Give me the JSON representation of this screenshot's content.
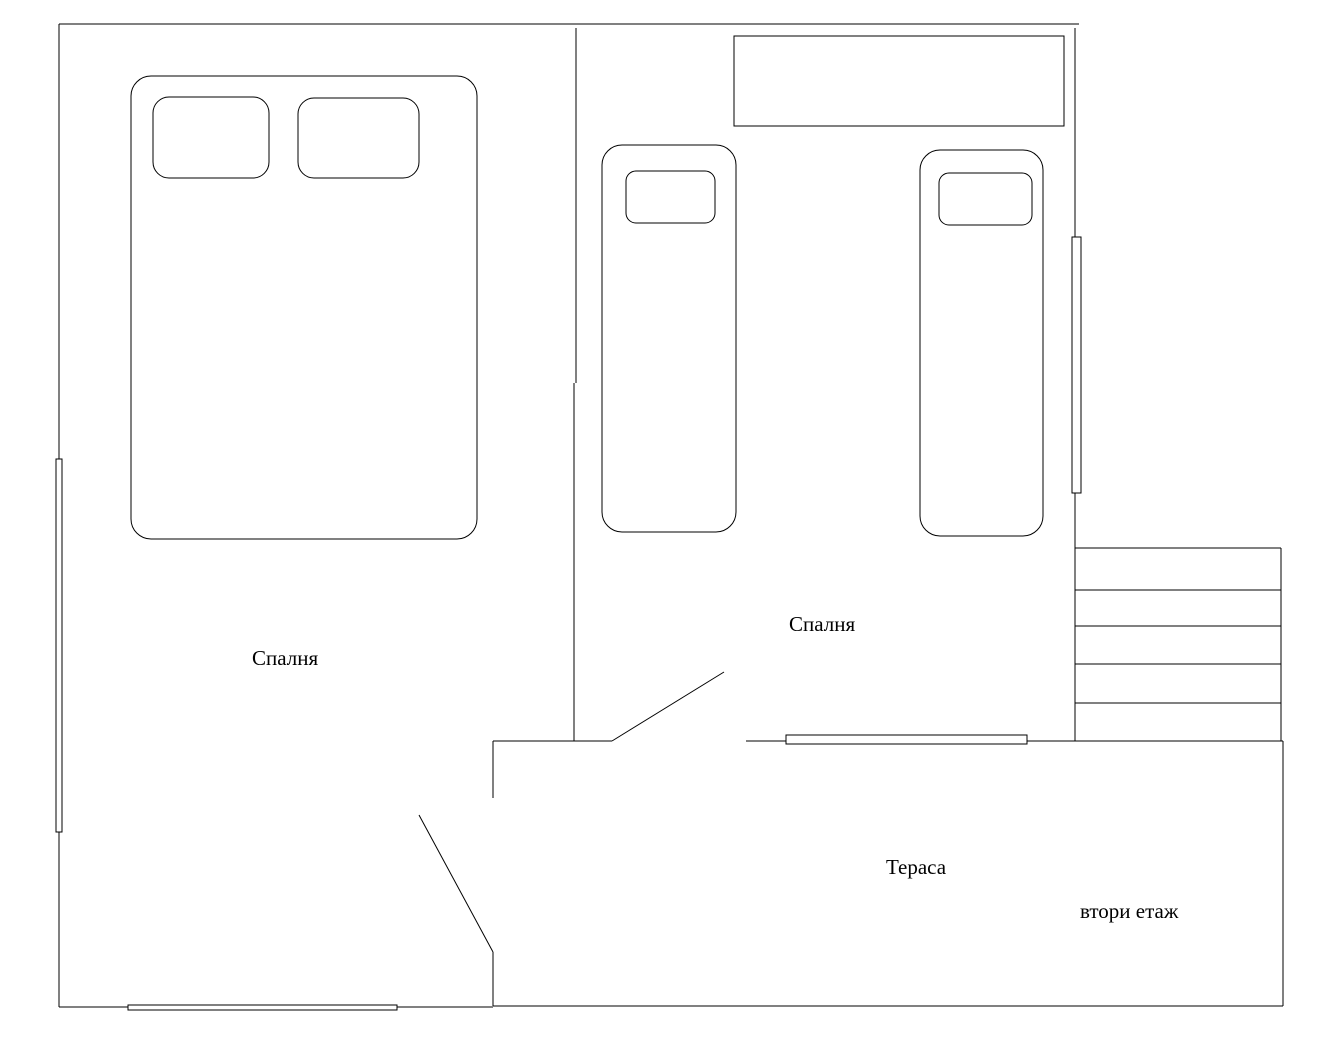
{
  "labels": {
    "bedroom_left": "Спалня",
    "bedroom_right": "Спалня",
    "terrace": "Тераса",
    "floor": "втори етаж"
  },
  "colors": {
    "line": "#000000",
    "background": "#ffffff"
  }
}
